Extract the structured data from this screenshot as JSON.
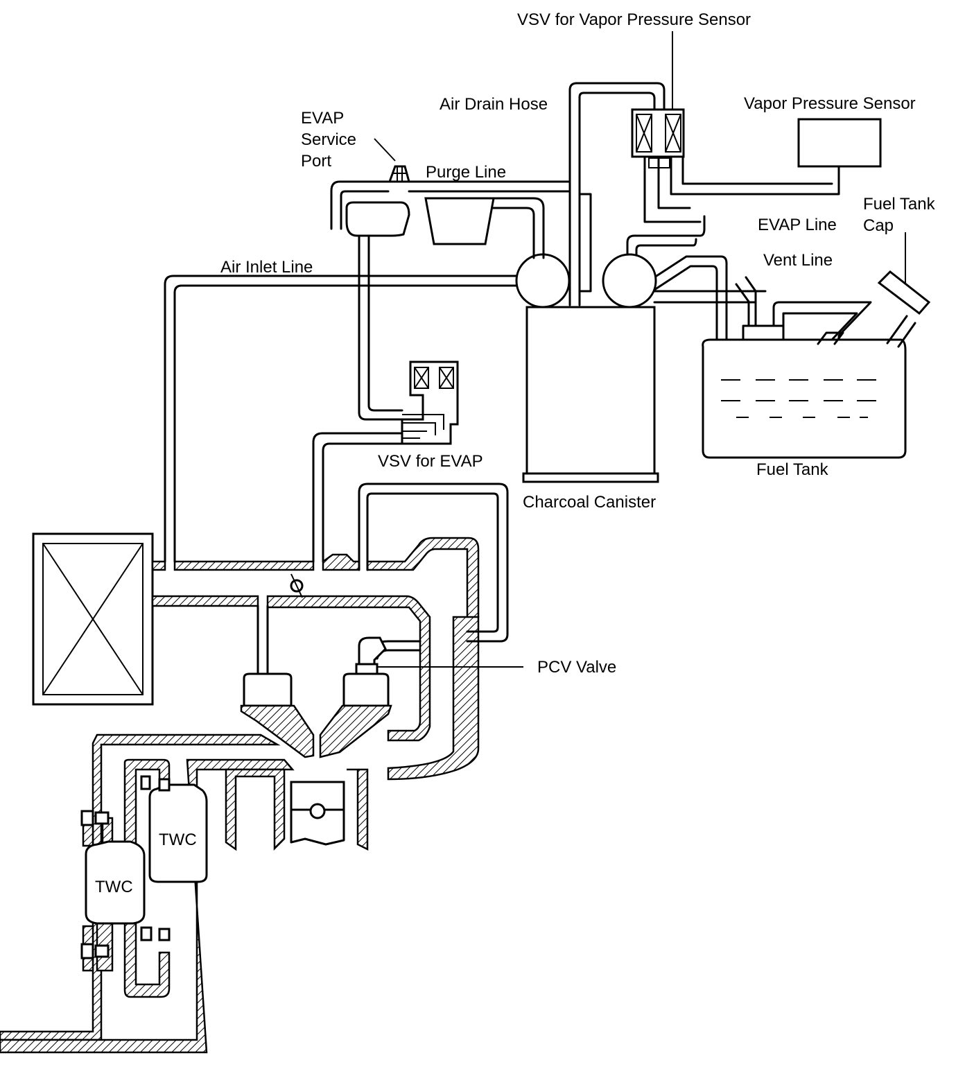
{
  "labels": {
    "vsv_vapor_pressure_sensor": "VSV for Vapor Pressure Sensor",
    "vapor_pressure_sensor": "Vapor Pressure Sensor",
    "air_drain_hose": "Air Drain Hose",
    "evap_service_port_line1": "EVAP",
    "evap_service_port_line2": "Service",
    "evap_service_port_line3": "Port",
    "purge_line": "Purge Line",
    "fuel_tank_cap_line1": "Fuel Tank",
    "fuel_tank_cap_line2": "Cap",
    "evap_line": "EVAP Line",
    "vent_line": "Vent Line",
    "air_inlet_line": "Air Inlet Line",
    "vsv_for_evap": "VSV for EVAP",
    "fuel_tank": "Fuel Tank",
    "charcoal_canister": "Charcoal Canister",
    "pcv_valve": "PCV Valve",
    "twc_upper": "TWC",
    "twc_lower": "TWC"
  }
}
